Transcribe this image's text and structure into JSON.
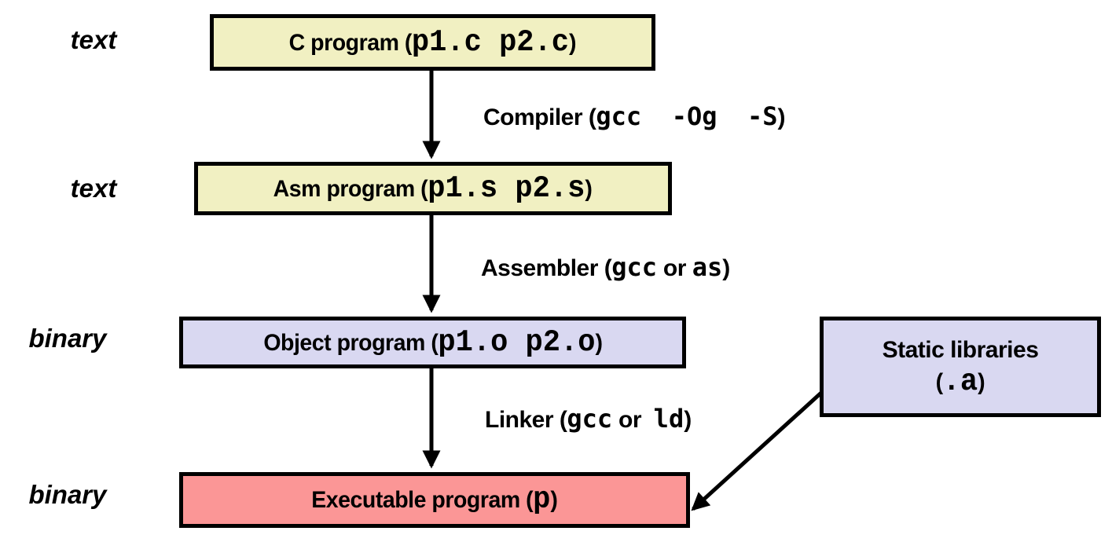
{
  "side_labels": [
    "text",
    "text",
    "binary",
    "binary"
  ],
  "boxes": {
    "c_program": {
      "prefix": "C program (",
      "code": "p1.c p2.c",
      "suffix": ")"
    },
    "asm_program": {
      "prefix": "Asm program (",
      "code": "p1.s p2.s",
      "suffix": ")"
    },
    "object_program": {
      "prefix": "Object program (",
      "code": "p1.o p2.o",
      "suffix": ")"
    },
    "static_libraries": {
      "line1": "Static libraries",
      "prefix": "(",
      "code": ".a",
      "suffix": ")"
    },
    "executable_program": {
      "prefix": "Executable program (",
      "code": "p",
      "suffix": ")"
    }
  },
  "edges": {
    "compiler": {
      "prefix": "Compiler (",
      "code": "gcc  -Og  -S",
      "suffix": ")"
    },
    "assembler": {
      "prefix": "Assembler (",
      "code1": "gcc",
      "mid": " or ",
      "code2": "as",
      "suffix": ")"
    },
    "linker": {
      "prefix": "Linker (",
      "code1": "gcc",
      "mid": " or  ",
      "code2": "ld",
      "suffix": ")"
    }
  },
  "colors": {
    "text_file": "#F1F0C2",
    "binary_file": "#D9D8F1",
    "executable": "#FB9696",
    "border": "#000000",
    "arrow": "#000000"
  }
}
